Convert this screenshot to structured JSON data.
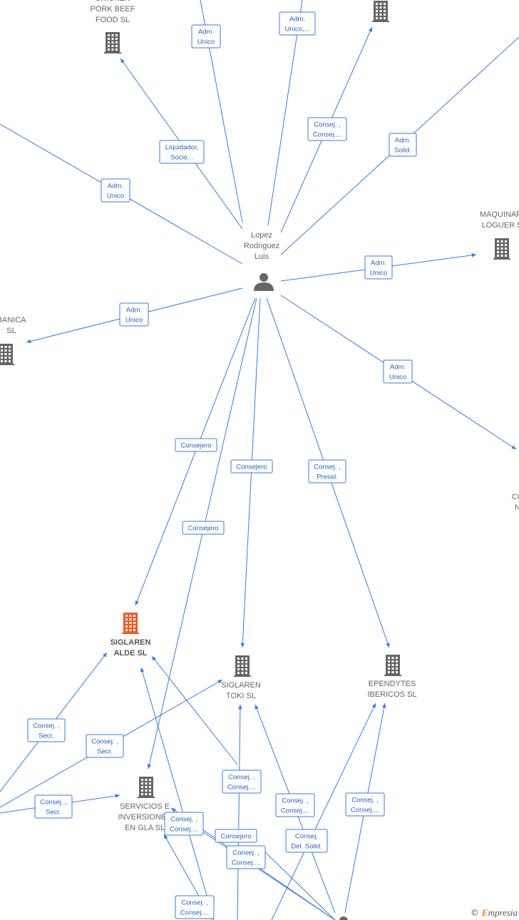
{
  "colors": {
    "edge": "#3a7bd5",
    "company_icon": "#666666",
    "highlight_icon": "#f05a28",
    "person_icon": "#666666"
  },
  "nodes": [
    {
      "id": "person",
      "type": "person",
      "label": [
        "Lopez",
        "Rodriguez",
        "Luis"
      ]
    },
    {
      "id": "chicken",
      "type": "company",
      "label": [
        "CHICKEN",
        "PORK BEEF",
        "FOOD  SL"
      ]
    },
    {
      "id": "top_right_co",
      "type": "company",
      "label": []
    },
    {
      "id": "maquinaria",
      "type": "company",
      "label": [
        "MAQUINARI",
        "LOGUER S"
      ]
    },
    {
      "id": "banica",
      "type": "company",
      "label": [
        "BANICA",
        "SL"
      ]
    },
    {
      "id": "co_right",
      "type": "company",
      "label": [
        "CO",
        "N"
      ]
    },
    {
      "id": "siglaren_alde",
      "type": "company",
      "highlight": true,
      "label": [
        "SIGLAREN",
        "ALDE  SL"
      ]
    },
    {
      "id": "siglaren_toki",
      "type": "company",
      "label": [
        "SIGLAREN",
        "TOKI  SL"
      ]
    },
    {
      "id": "ependytes",
      "type": "company",
      "label": [
        "EPENDYTES",
        "IBERICOS  SL"
      ]
    },
    {
      "id": "servicios",
      "type": "company",
      "label": [
        "SERVICIOS E",
        "INVERSIONES",
        "EN GLA SL"
      ]
    },
    {
      "id": "bottom_person",
      "type": "person",
      "label": []
    }
  ],
  "relations": [
    [
      "Adm.",
      "Unico"
    ],
    [
      "Adm.",
      "Unico,..."
    ],
    [
      "Consej. ,",
      "Consej...."
    ],
    [
      "Adm.",
      "Solid."
    ],
    [
      "Liquidador,",
      "Socio..."
    ],
    [
      "Adm.",
      "Unico"
    ],
    [
      "Adm.",
      "Unico"
    ],
    [
      "Adm.",
      "Unico"
    ],
    [
      "Adm.",
      "Unico"
    ],
    [
      "Consejero"
    ],
    [
      "Consejero"
    ],
    [
      "Consej. ,",
      "Presid."
    ],
    [
      "Consejero"
    ],
    [
      "Consej. ,",
      "Secr."
    ],
    [
      "Consej. ,",
      "Secr."
    ],
    [
      "Consej. ,",
      "Secr."
    ],
    [
      "Consej. ,",
      "Consej...."
    ],
    [
      "Consej. ,",
      "Consej...."
    ],
    [
      "Consej. ,",
      "Consej...."
    ],
    [
      "Consej. ,",
      "Consej...."
    ],
    [
      "Consej.",
      "Del. Solid."
    ],
    [
      "Consejero"
    ],
    [
      "Consej. ,",
      "Consej...."
    ],
    [
      "Consej. ,",
      "Consej...."
    ]
  ],
  "footer": {
    "copyright": "©",
    "brand_initial": "E",
    "brand_rest": "mpresia"
  }
}
